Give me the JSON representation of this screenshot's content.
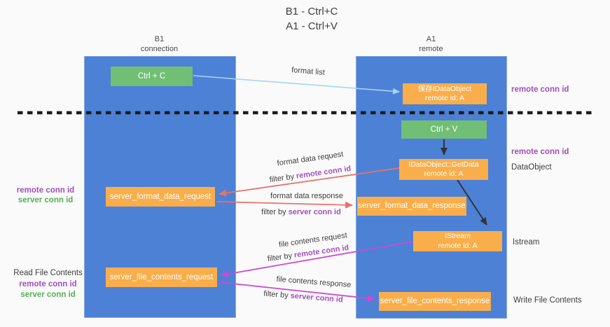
{
  "title": {
    "line1": "B1 - Ctrl+C",
    "line2": "A1 - Ctrl+V"
  },
  "lifelines": {
    "left": {
      "name": "B1",
      "role": "connection"
    },
    "right": {
      "name": "A1",
      "role": "remote"
    }
  },
  "nodes": {
    "ctrl_c": {
      "label": "Ctrl + C"
    },
    "ctrl_v": {
      "label": "Ctrl + V"
    },
    "save_dataobject": {
      "line1": "保存IDataObject",
      "line2": "remote id: A"
    },
    "getdata": {
      "line1": "IDataObject::GetData",
      "line2": "remote id: A"
    },
    "istream": {
      "line1": "IStream",
      "line2": "remote id: A"
    },
    "format_request": {
      "label": "server_format_data_request"
    },
    "format_response": {
      "label": "server_format_data_response"
    },
    "file_request": {
      "label": "server_file_contents_request"
    },
    "file_response": {
      "label": "server_file_contents_response"
    }
  },
  "flow_labels": {
    "format_list": "format list",
    "format_data_request": "format data request",
    "format_data_response": "format data response",
    "file_contents_request": "file contents request",
    "file_contents_response": "file contents response",
    "filter_by": "filter by",
    "remote_conn_id": "remote conn id",
    "server_conn_id": "server conn id"
  },
  "annotations": {
    "remote_conn_id_top": "remote conn id",
    "remote_conn_id_mid": "remote conn id",
    "dataobject": "DataObject",
    "istream": "Istream",
    "write_file_contents": "Write File Contents",
    "read_file_contents": "Read File Contents",
    "left_remote_conn_id": "remote conn id",
    "left_server_conn_id": "server conn id"
  },
  "colors": {
    "lifeline_blue": "#4c81d6",
    "box_orange": "#f9ae4b",
    "box_green": "#71bf75",
    "purple_label": "#a24fc0",
    "green_label": "#55b055",
    "salmon_arrow": "#e87468",
    "magenta_arrow": "#cf4ad0",
    "lightblue_arrow": "#a5d5f5",
    "black_arrow": "#333333"
  }
}
